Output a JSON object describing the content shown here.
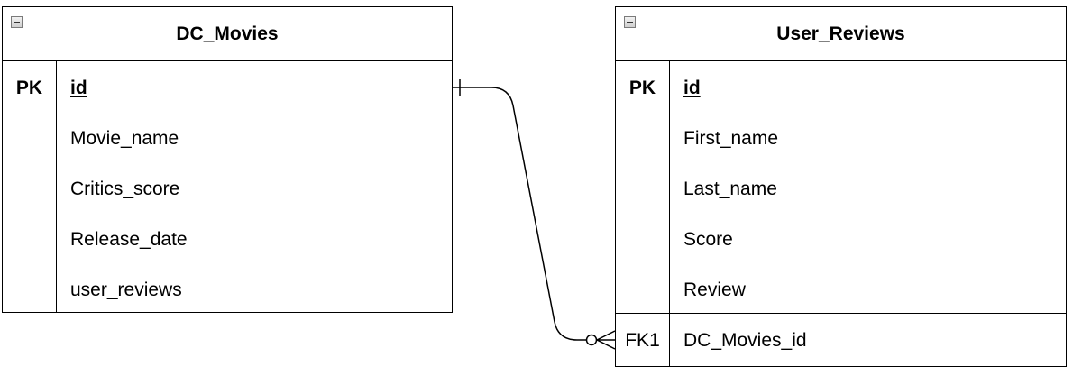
{
  "entities": {
    "dc_movies": {
      "title": "DC_Movies",
      "pk_label": "PK",
      "pk_field": "id",
      "fields": [
        "Movie_name",
        "Critics_score",
        "Release_date",
        "user_reviews"
      ]
    },
    "user_reviews": {
      "title": "User_Reviews",
      "pk_label": "PK",
      "pk_field": "id",
      "fields": [
        "First_name",
        "Last_name",
        "Score",
        "Review"
      ],
      "fk_label": "FK1",
      "fk_field": "DC_Movies_id"
    }
  },
  "relationship": {
    "from": "DC_Movies.id",
    "to": "User_Reviews.DC_Movies_id",
    "from_cardinality": "one",
    "to_cardinality": "zero-or-many"
  }
}
